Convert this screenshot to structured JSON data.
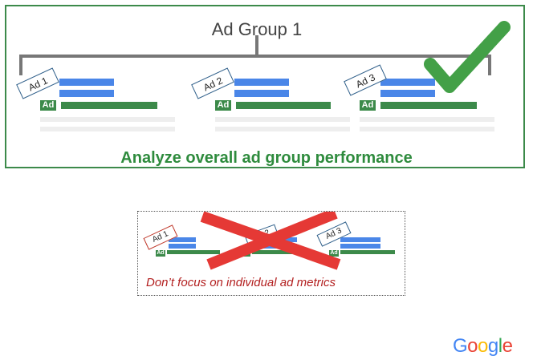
{
  "top_panel": {
    "title": "Ad Group 1",
    "ads": [
      {
        "label": "Ad 1",
        "badge": "Ad"
      },
      {
        "label": "Ad 2",
        "badge": "Ad"
      },
      {
        "label": "Ad 3",
        "badge": "Ad"
      }
    ],
    "caption": "Analyze overall ad group performance"
  },
  "bottom_panel": {
    "ads": [
      {
        "label": "Ad 1",
        "badge": "Ad"
      },
      {
        "label": "Ad 2",
        "badge": "Ad"
      },
      {
        "label": "Ad 3",
        "badge": "Ad"
      }
    ],
    "caption": "Don’t focus on individual ad metrics"
  },
  "logo": {
    "letters": [
      "G",
      "o",
      "o",
      "g",
      "l",
      "e"
    ],
    "colors": [
      "#4285F4",
      "#EA4335",
      "#FBBC05",
      "#4285F4",
      "#34A853",
      "#EA4335"
    ]
  },
  "colors": {
    "panel_border": "#3c8a4a",
    "caption_green": "#2e8b3d",
    "caption_red": "#b32020",
    "cross": "#e53935",
    "check": "#43a047",
    "bar_blue": "#4a86e8",
    "bar_green": "#3c8a4a"
  },
  "icons": {
    "approve": "check-mark-icon",
    "reject": "cross-icon"
  }
}
